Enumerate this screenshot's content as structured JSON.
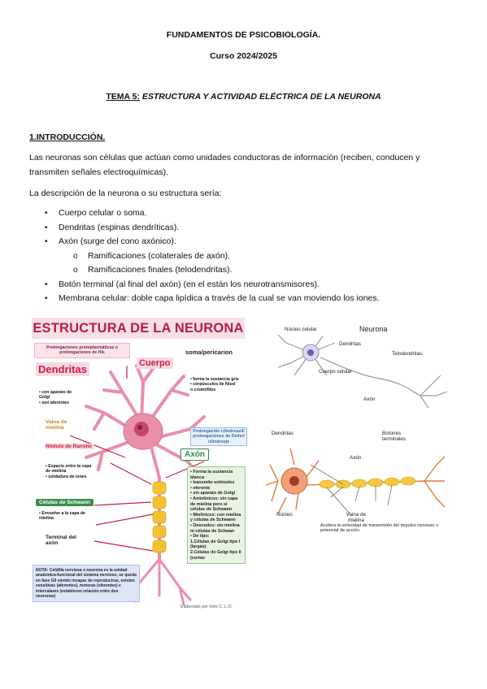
{
  "header": {
    "title": "FUNDAMENTOS DE PSICOBIOLOGÍA.",
    "course": "Curso 2024/2025",
    "topic_prefix": "TEMA 5:",
    "topic_title": " ESTRUCTURA Y ACTIVIDAD ELÉCTRICA DE LA NEURONA"
  },
  "section": {
    "heading": "1.INTRODUCCIÓN.",
    "paragraph1": "Las neuronas son células que actúan como unidades conductoras de información (reciben, conducen y transmiten señales electroquímicas).",
    "paragraph2": "La descripción de la neurona o su estructura sería:",
    "bullets": [
      {
        "level": 1,
        "marker": "•",
        "text": "Cuerpo celular o soma."
      },
      {
        "level": 1,
        "marker": "•",
        "text": "Dendritas (espinas dendríticas)."
      },
      {
        "level": 1,
        "marker": "•",
        "text": "Axón (surge del cono axónico)."
      },
      {
        "level": 2,
        "marker": "o",
        "text": "Ramificaciones (colaterales de axón)."
      },
      {
        "level": 2,
        "marker": "o",
        "text": "Ramificaciones finales (telodendritas)."
      },
      {
        "level": 1,
        "marker": "•",
        "text": "Botón terminal (al final del axón) (en el están los neurotransmisores)."
      },
      {
        "level": 1,
        "marker": "•",
        "text": "Membrana celular: doble capa lipídica a través de la cual se van moviendo los iones."
      }
    ]
  },
  "infographic": {
    "banner": "ESTRUCTURA DE LA NEURONA",
    "prolong_box": "Prolongaciones protoplasmáticas o prolongaciones de His",
    "dendritas_label": "Dendritas",
    "dendritas_notes": "• con aparato de Golgi\n• son aferentes",
    "cuerpo_label": "Cuerpo",
    "soma_label": "soma/pericarion",
    "soma_notes": "• forma la sustancia gris\n• corpúsculos de Nissl o cromófilos",
    "vaina_label": "Vaina de mielina",
    "nodulo_label": "Nódulo de Ranvier",
    "nodulo_notes": "• Espacio entre la capa de mielina\n• soldadura de iones",
    "schwann_label": "Células de Schwann",
    "schwann_notes": "• Envuelve a la capa de mielina",
    "terminal_label": "Terminal del axón",
    "axon_label": "Axón",
    "prolong_cyl": "Prolongación cilindroaxil/ prolongaciones de Deiter/ cilindroeje",
    "axon_notes": "• Forma la sustancia blanca\n• transmite estímulos\n• eferente\n• sin aparato de Golgi\n• Amielínicos: sin capa de mielina pero si células de Schwann\n• Mielínicos: con mielina y células de Schwann\n• Desnudos: sin mielina ni células de Schwan\n• De tipo:\n1.Células de Golgi tipo I (largas)\n2.Células de Golgi tipo II (cortas",
    "note": "NOTA: Celdilla nerviosa o neurona es la unidad anatómica-funcional del sistema nervioso, se queda en fase G0 siendo incapaz de reproducirse, existen sensitivas (aferentes), motoras (eferentes) e intercalares (establecen relación entre dos neuronas)",
    "credit": "Elaborado por Inés C. L.O."
  },
  "diagram1": {
    "title": "Neurona",
    "nucleo": "Núcleo celular",
    "dendritas": "Dendritas",
    "telodendritas": "Telodendritas",
    "cuerpo": "Cuerpo celular",
    "axon": "Axón"
  },
  "diagram2": {
    "dendritas": "Dendritas",
    "botones": "Botones terminales",
    "axon": "Axón",
    "nucleo": "Núcleo",
    "vaina": "Vaina de mielina",
    "caption": "Acelera la velocidad de transmisión del impulso nervioso o potencial de acción"
  },
  "colors": {
    "banner_text": "#b81b4a",
    "banner_bg": "#f6dfe5",
    "green": "#3a8e4c",
    "soma": "#e98fa8",
    "myelin": "#f2c232"
  }
}
